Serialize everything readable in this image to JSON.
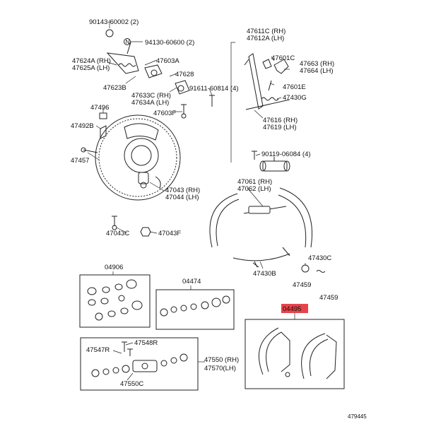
{
  "colors": {
    "line": "#222222",
    "highlight": "#e8434b",
    "background": "#ffffff"
  },
  "labels": {
    "p90143": "90143-60002 (2)",
    "n_badge": "N",
    "p94130": "94130-60600 (2)",
    "p47624": "47624A (RH)",
    "p47625": "47625A (LH)",
    "p47603a": "47603A",
    "p47628": "47628",
    "p47623b": "47623B",
    "p47633c": "47633C (RH)",
    "p47634a": "47634A (LH)",
    "p91611": "91611-60814 (4)",
    "p47496": "47496",
    "p47603f": "47603F",
    "p47492b": "47492B",
    "p47457": "47457",
    "p47043": "47043 (RH)",
    "p47044": "47044 (LH)",
    "p47043c": "47043C",
    "p47043f": "47043F",
    "p47611": "47611C (RH)",
    "p47612": "47612A (LH)",
    "p47601c": "47601C",
    "p47663": "47663 (RH)",
    "p47664": "47664 (LH)",
    "p47601e": "47601E",
    "p47430g": "47430G",
    "p47616": "47616 (RH)",
    "p47619": "47619 (LH)",
    "p90119": "90119-06084 (4)",
    "p47061": "47061 (RH)",
    "p47062": "47062 (LH)",
    "p47430c": "47430C",
    "p47430b": "47430B",
    "p47459a": "47459",
    "p47459b": "47459",
    "p04906": "04906",
    "p04474": "04474",
    "p04495": "04495",
    "p47548r": "47548R",
    "p47547r": "47547R",
    "p47550c": "47550C",
    "p47550": "47550 (RH)",
    "p47570": "47570(LH)",
    "fig_no": "479445"
  }
}
